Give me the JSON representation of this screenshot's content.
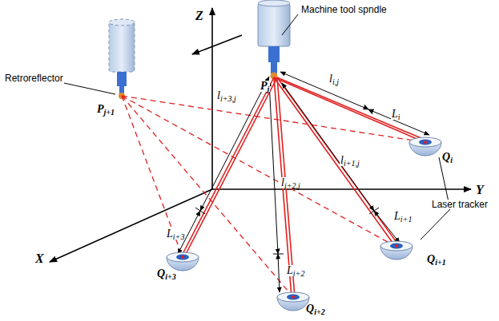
{
  "diagram": {
    "labels": [
      "Machine tool spndle",
      "Z",
      "Retroreflector",
      "Pj",
      "Pj+1",
      "li+3,j",
      "li,j",
      "Li",
      "Qi",
      "li+1,j",
      "li+2,j",
      "Y",
      "Li+1",
      "Laser tracker",
      "X",
      "Li+3",
      "Li+2",
      "Qi+1",
      "Qi+3",
      "Qi+2"
    ]
  }
}
